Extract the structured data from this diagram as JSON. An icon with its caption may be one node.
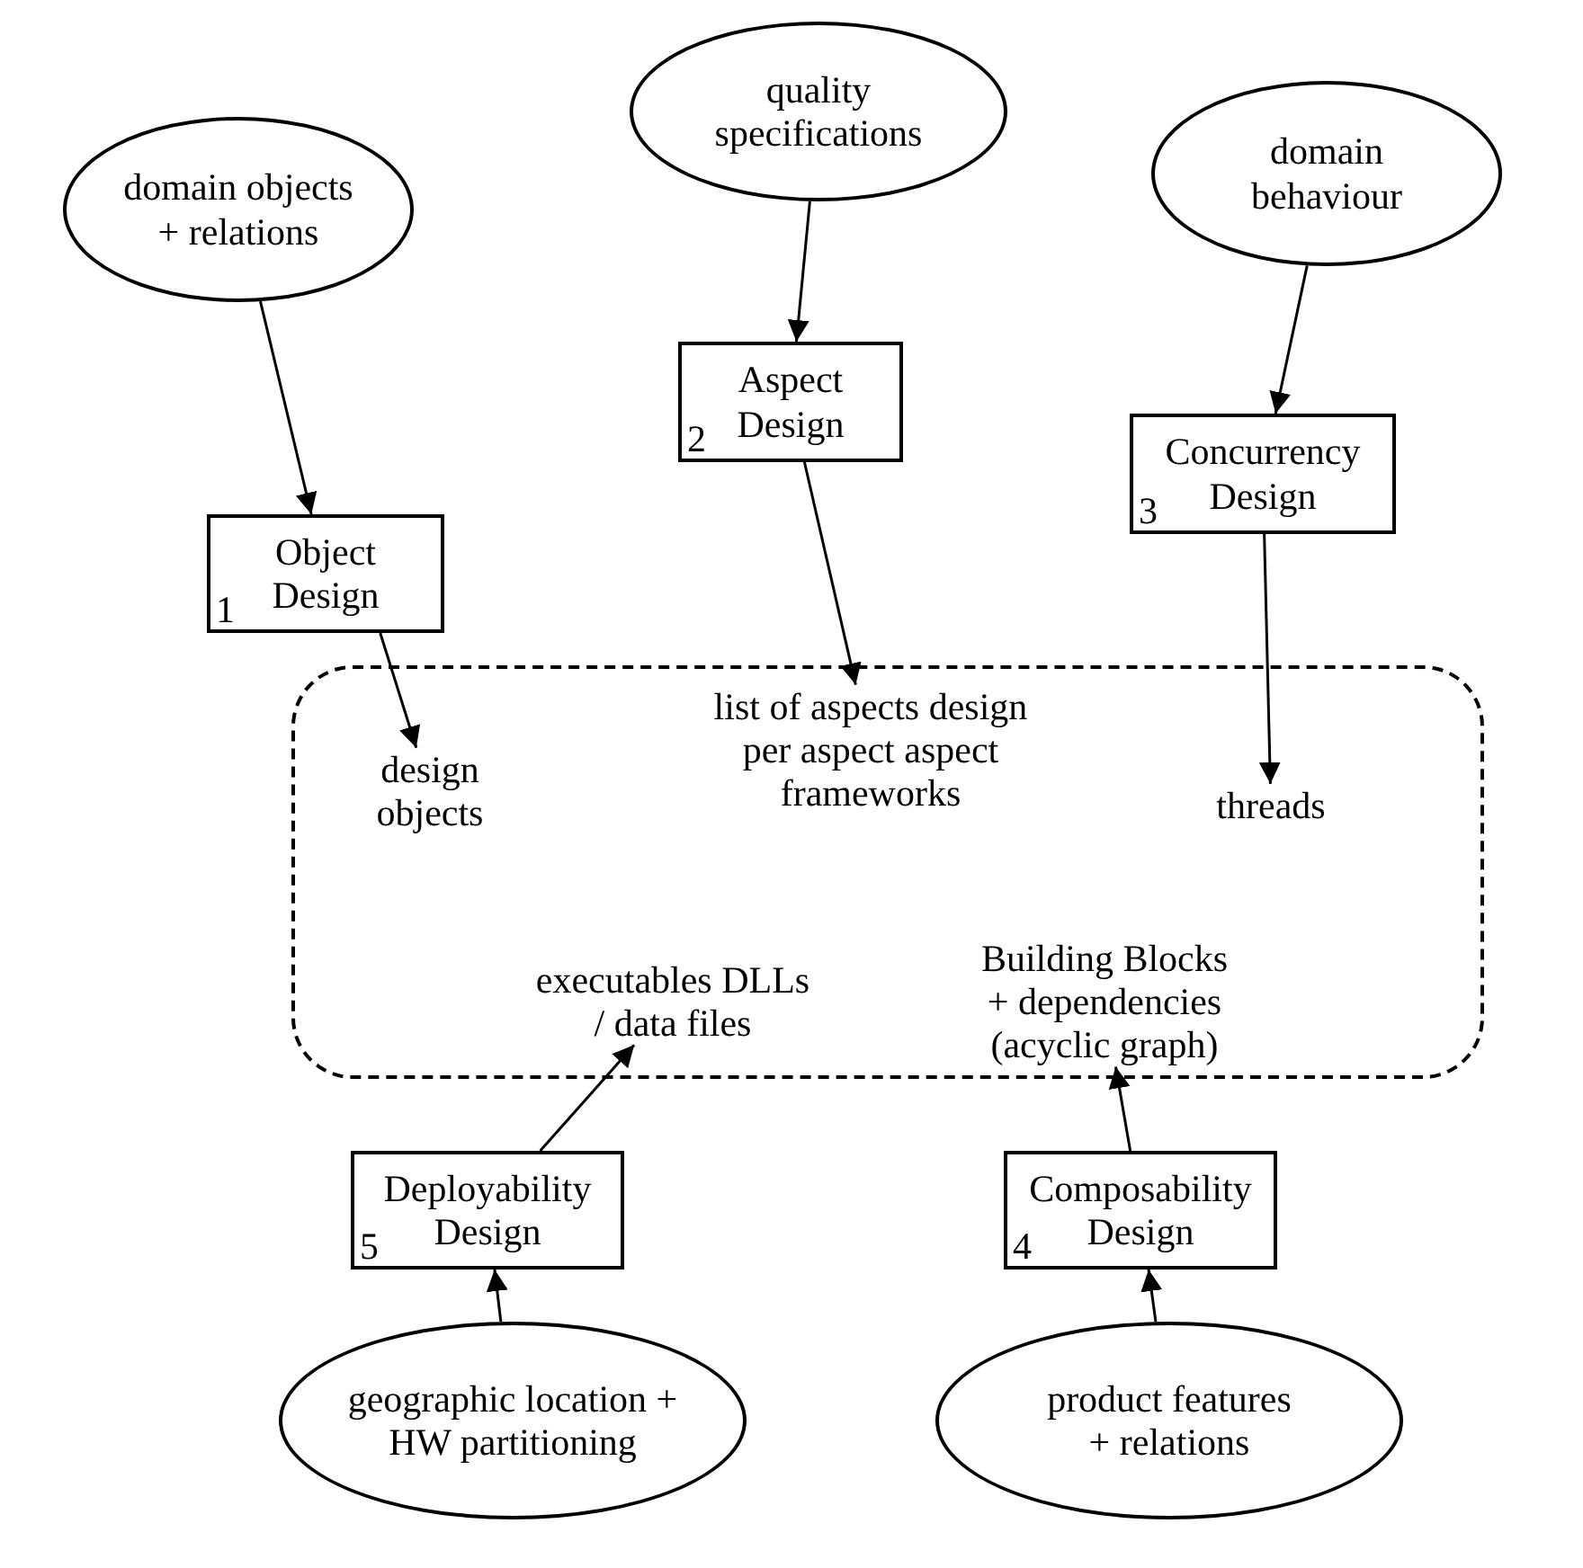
{
  "diagram": {
    "nodes": [
      {
        "text": [
          "domain objects + relations"
        ]
      },
      {
        "text": [
          "quality specifications"
        ]
      },
      {
        "text": [
          "domain behaviour"
        ]
      },
      {
        "text": [
          "1",
          "Object Design"
        ]
      },
      {
        "text": [
          "2",
          "Aspect Design"
        ]
      },
      {
        "text": [
          "3",
          "Concurrency Design"
        ]
      },
      {
        "text": [],
        "shape": "box"
      },
      {
        "text": [
          "design objects"
        ],
        "in": 6
      },
      {
        "text": [
          "list of aspects design per aspect aspect frameworks"
        ],
        "in": 6
      },
      {
        "text": [
          "threads"
        ],
        "in": 6
      },
      {
        "text": [
          "executables DLLs / data files"
        ],
        "in": 6
      },
      {
        "text": [
          "Building Blocks + dependencies (acyclic graph)"
        ],
        "in": 6
      },
      {
        "text": [
          "5",
          "Deployability Design"
        ]
      },
      {
        "text": [
          "4",
          "Composability Design"
        ]
      },
      {
        "text": [
          "geographic location + HW partitioning"
        ]
      },
      {
        "text": [
          "product features + relations"
        ]
      }
    ],
    "edges": [
      {
        "from": 0,
        "to": 3,
        "arrow": "to"
      },
      {
        "from": 1,
        "to": 4,
        "arrow": "to"
      },
      {
        "from": 2,
        "to": 5,
        "arrow": "to"
      },
      {
        "from": 3,
        "to": 7,
        "arrow": "to"
      },
      {
        "from": 4,
        "to": 8,
        "arrow": "to"
      },
      {
        "from": 5,
        "to": 9,
        "arrow": "to"
      },
      {
        "from": 12,
        "to": 10,
        "arrow": "to"
      },
      {
        "from": 13,
        "to": 11,
        "arrow": "to"
      },
      {
        "from": 14,
        "to": 12,
        "arrow": "to"
      },
      {
        "from": 15,
        "to": 13,
        "arrow": "to"
      }
    ]
  }
}
